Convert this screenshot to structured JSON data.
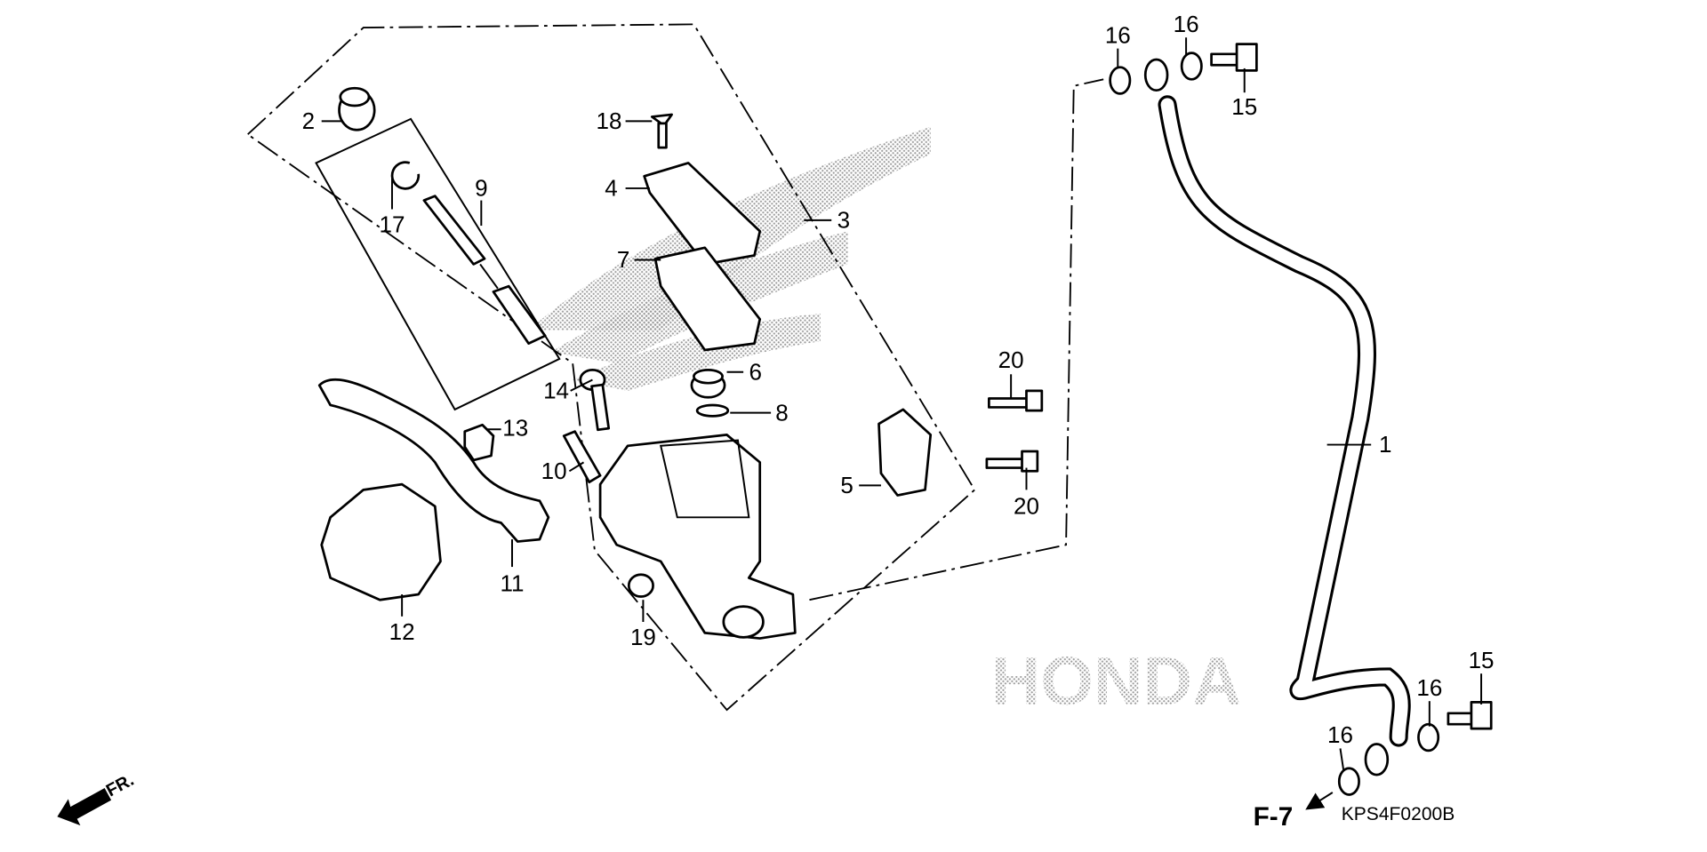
{
  "diagram": {
    "title_code": "KPS4F0200B",
    "reference": "F-7",
    "direction_label": "FR.",
    "watermark_text": "HONDA",
    "colors": {
      "line": "#000000",
      "watermark_dots": "#9a9a9a",
      "background": "#ffffff"
    },
    "callouts": {
      "c1": "1",
      "c2": "2",
      "c3": "3",
      "c4": "4",
      "c5": "5",
      "c6": "6",
      "c7": "7",
      "c8": "8",
      "c9": "9",
      "c10": "10",
      "c11": "11",
      "c12": "12",
      "c13": "13",
      "c14": "14",
      "c15a": "15",
      "c15b": "15",
      "c16a": "16",
      "c16b": "16",
      "c16c": "16",
      "c16d": "16",
      "c17": "17",
      "c18": "18",
      "c19": "19",
      "c20a": "20",
      "c20b": "20"
    }
  }
}
